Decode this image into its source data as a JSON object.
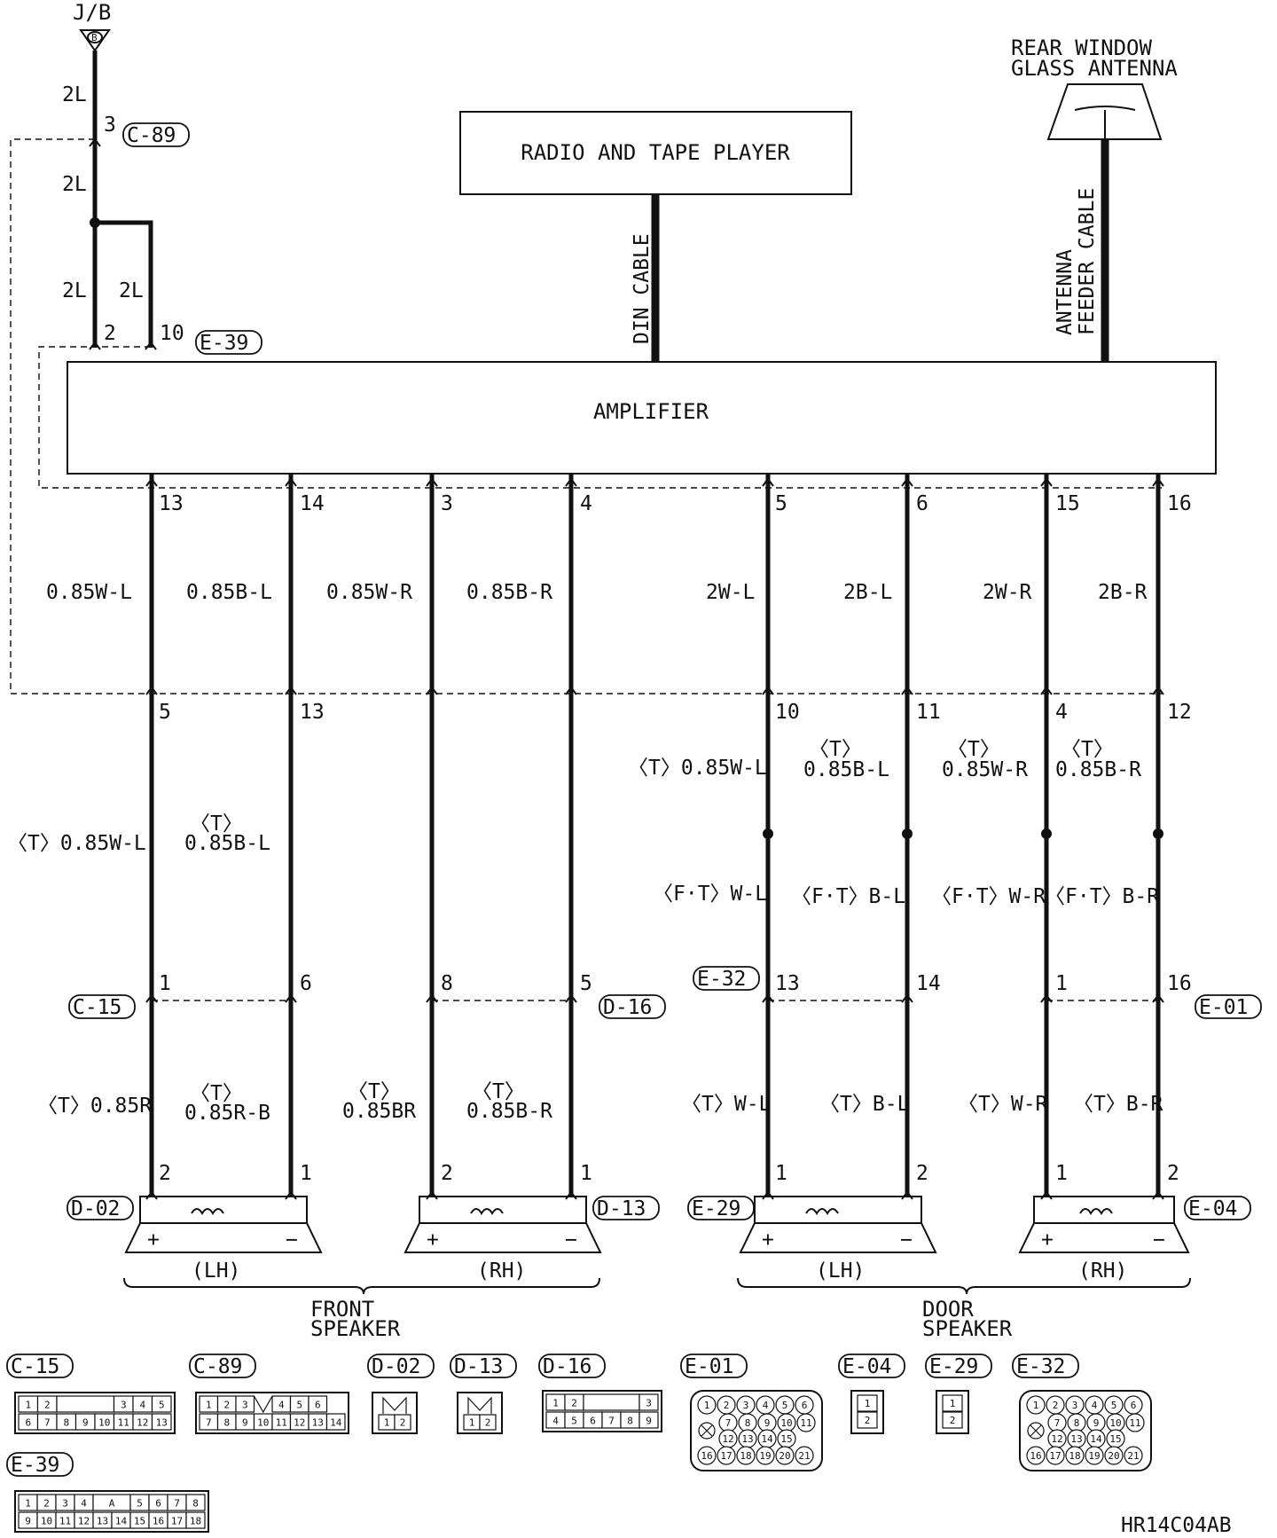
{
  "source": {
    "label": "J/B",
    "pin": "B"
  },
  "top_wire_labels": [
    "2L",
    "2L",
    "2L",
    "2L"
  ],
  "top_pins": {
    "c89_pin": "3",
    "e39_pin_a": "2",
    "e39_pin_b": "10"
  },
  "components": {
    "radio": "RADIO AND TAPE PLAYER",
    "amplifier": "AMPLIFIER",
    "antenna_line1": "REAR WINDOW",
    "antenna_line2": "GLASS ANTENNA",
    "din_cable": "DIN CABLE",
    "feeder_line1": "ANTENNA",
    "feeder_line2": "FEEDER CABLE"
  },
  "connectors": [
    "C-89",
    "E-39",
    "C-15",
    "D-16",
    "E-32",
    "E-01",
    "D-02",
    "D-13",
    "E-29",
    "E-04"
  ],
  "amp_out_pins": [
    "13",
    "14",
    "3",
    "4",
    "5",
    "6",
    "15",
    "16"
  ],
  "amp_out_wires": [
    "0.85W-L",
    "0.85B-L",
    "0.85W-R",
    "0.85B-R",
    "2W-L",
    "2B-L",
    "2W-R",
    "2B-R"
  ],
  "c89_pins": [
    "5",
    "13",
    "10",
    "11",
    "4",
    "12"
  ],
  "t_wires": {
    "front_lh_plus": "〈T〉0.85W-L",
    "front_lh_minus_tag": "〈T〉",
    "front_lh_minus": "0.85B-L",
    "door_lh_plus": "〈T〉0.85W-L",
    "door_lh_minus_tag": "〈T〉",
    "door_lh_minus": "0.85B-L",
    "door_rh_plus_tag": "〈T〉",
    "door_rh_plus": "0.85W-R",
    "door_rh_minus_tag": "〈T〉",
    "door_rh_minus": "0.85B-R"
  },
  "ft_wires": [
    "〈F·T〉W-L",
    "〈F·T〉B-L",
    "〈F·T〉W-R",
    "〈F·T〉B-R"
  ],
  "mid_pins": [
    "1",
    "6",
    "8",
    "5",
    "13",
    "14",
    "1",
    "16"
  ],
  "lower_wires": {
    "w1": "〈T〉0.85R",
    "w2_tag": "〈T〉",
    "w2": "0.85R-B",
    "w3_tag": "〈T〉",
    "w3": "0.85BR",
    "w4_tag": "〈T〉",
    "w4": "0.85B-R",
    "w5": "〈T〉W-L",
    "w6": "〈T〉B-L",
    "w7": "〈T〉W-R",
    "w8": "〈T〉B-R"
  },
  "speaker_pins": [
    "2",
    "1",
    "2",
    "1",
    "1",
    "2",
    "1",
    "2"
  ],
  "speaker_signs": {
    "plus": "+",
    "minus": "−"
  },
  "speakers": [
    "(LH)",
    "(RH)",
    "(LH)",
    "(RH)"
  ],
  "groups": {
    "front_l1": "FRONT",
    "front_l2": "SPEAKER",
    "door_l1": "DOOR",
    "door_l2": "SPEAKER"
  },
  "legend_labels": [
    "C-15",
    "C-89",
    "D-02",
    "D-13",
    "D-16",
    "E-01",
    "E-04",
    "E-29",
    "E-32",
    "E-39"
  ],
  "pinouts": {
    "c15_top": [
      "1",
      "2",
      "3",
      "4",
      "5"
    ],
    "c15_bot": [
      "6",
      "7",
      "8",
      "9",
      "10",
      "11",
      "12",
      "13"
    ],
    "c89_top": [
      "1",
      "2",
      "3",
      "4",
      "5",
      "6"
    ],
    "c89_bot": [
      "7",
      "8",
      "9",
      "10",
      "11",
      "12",
      "13",
      "14"
    ],
    "d16_top": [
      "1",
      "2",
      "3"
    ],
    "d16_bot": [
      "4",
      "5",
      "6",
      "7",
      "8",
      "9"
    ],
    "pair": [
      "1",
      "2"
    ],
    "round_r1": [
      "1",
      "2",
      "3",
      "4",
      "5",
      "6"
    ],
    "round_r2": [
      "7",
      "8",
      "9",
      "10",
      "11"
    ],
    "round_r3": [
      "12",
      "13",
      "14",
      "15"
    ],
    "round_r4": [
      "16",
      "17",
      "18",
      "19",
      "20",
      "21"
    ],
    "e39_top": [
      "1",
      "2",
      "3",
      "4",
      "A",
      "5",
      "6",
      "7",
      "8"
    ],
    "e39_bot": [
      "9",
      "10",
      "11",
      "12",
      "13",
      "14",
      "15",
      "16",
      "17",
      "18"
    ]
  },
  "drawing_code": "HR14C04AB"
}
